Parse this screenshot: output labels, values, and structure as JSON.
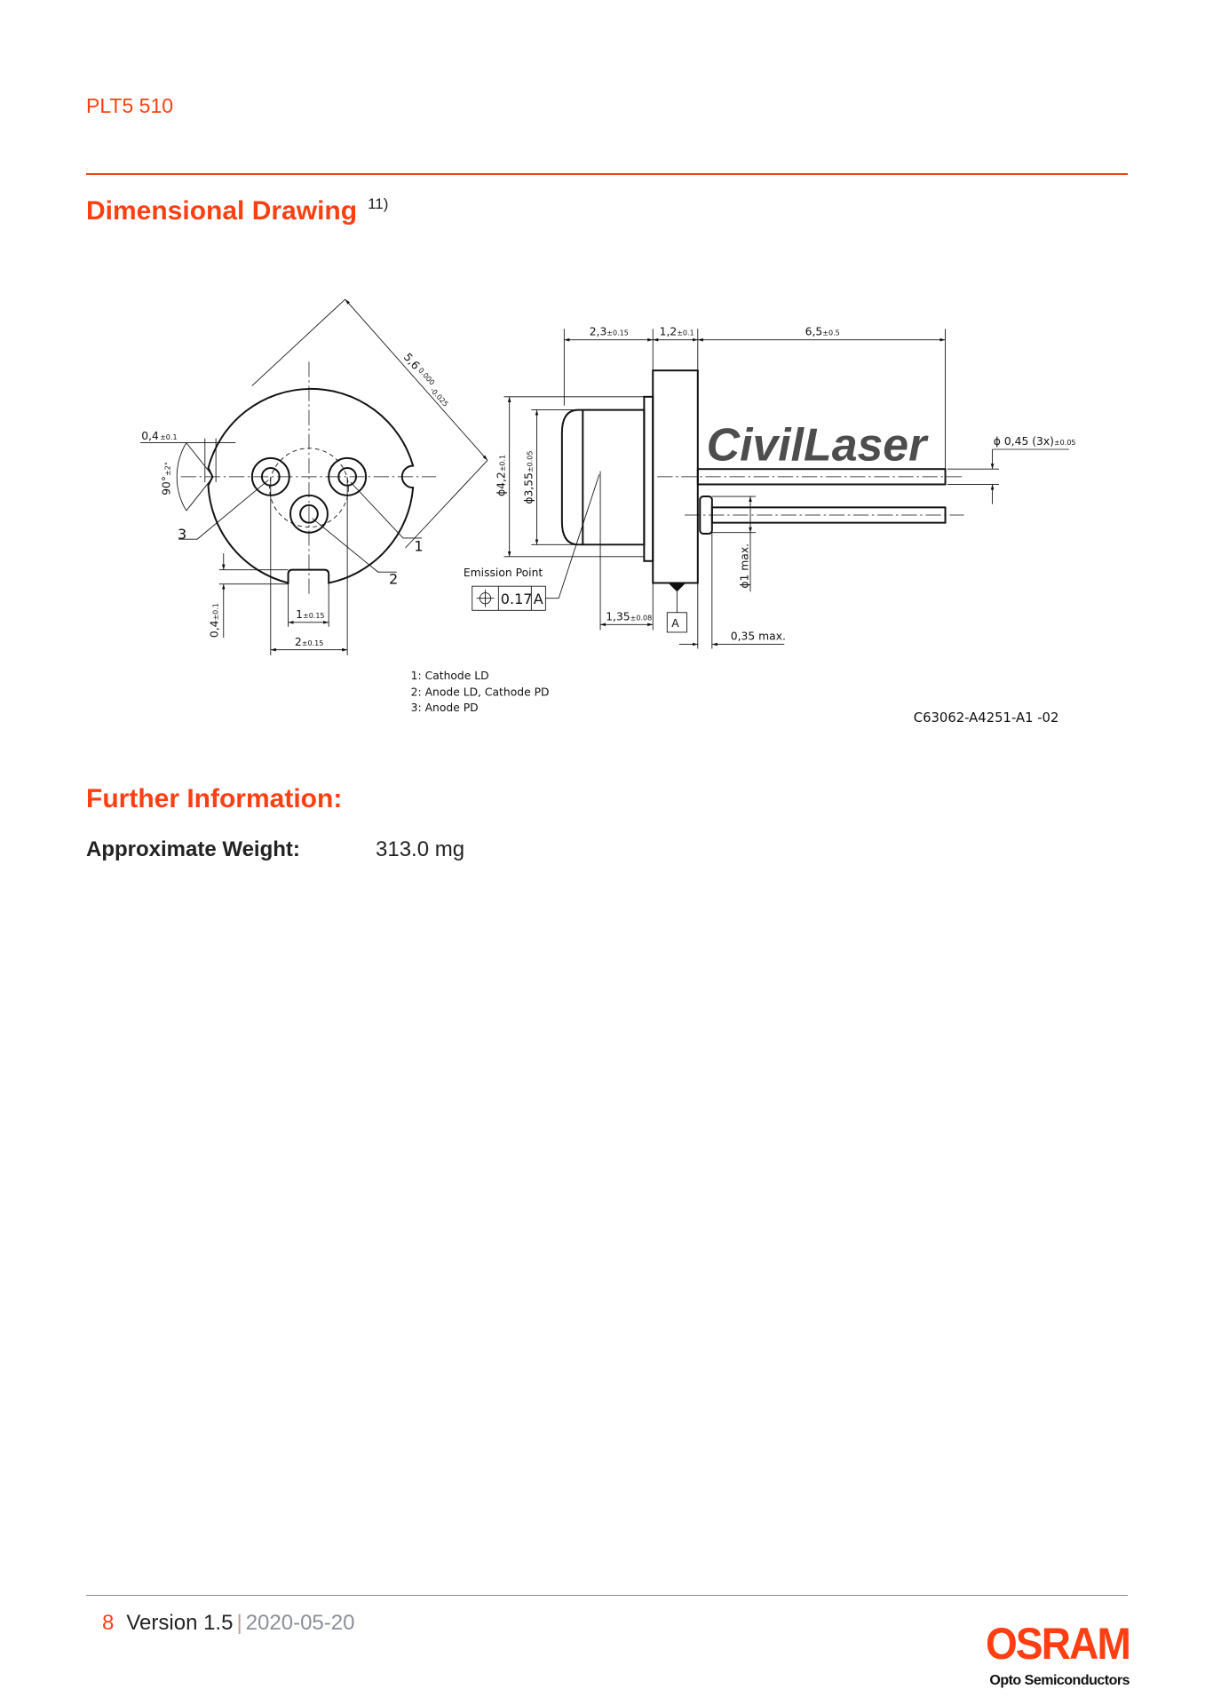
{
  "header": {
    "product": "PLT5 510"
  },
  "sections": {
    "dimensional_drawing": {
      "title": "Dimensional Drawing",
      "footnote": "11)"
    },
    "further_information": {
      "title": "Further Information:"
    }
  },
  "weight": {
    "label": "Approximate Weight:",
    "value": "313.0 mg"
  },
  "drawing": {
    "dims": {
      "d56": "5,6",
      "d56_up": "0.000",
      "d56_lo": "-0.025",
      "d04_top": "0,4",
      "d04_top_tol": "±0.1",
      "angle": "90°",
      "angle_tol": "±2°",
      "d04_side": "0,4",
      "d04_side_tol": "±0.1",
      "d1": "1",
      "d1_tol": "±0.15",
      "d2": "2",
      "d2_tol": "±0.15",
      "d23": "2,3",
      "d23_tol": "±0.15",
      "d12": "1,2",
      "d12_tol": "±0.1",
      "d65": "6,5",
      "d65_tol": "±0.5",
      "dia42": "ϕ4,2",
      "dia42_tol": "±0.1",
      "dia355": "ϕ3,55",
      "dia355_tol": "±0.05",
      "pin_dia": "ϕ 0,45 (3x)",
      "pin_dia_tol": "±0.05",
      "dia1max": "ϕ1 max.",
      "d135": "1,35",
      "d135_tol": "±0.08",
      "d035": "0,35 max."
    },
    "pin_numbers": [
      "1",
      "2",
      "3"
    ],
    "emission_point": {
      "label": "Emission Point",
      "tolerance": "0.17",
      "datum": "A"
    },
    "datum_label": "A",
    "legend": [
      "1: Cathode LD",
      "2: Anode LD, Cathode PD",
      "3: Anode PD"
    ],
    "drawing_id": "C63062-A4251-A1 -02",
    "watermark": "CivilLaser"
  },
  "footer": {
    "page": "8",
    "version": "Version 1.5",
    "separator": "|",
    "date": "2020-05-20"
  },
  "logo": {
    "brand": "OSRAM",
    "subtitle": "Opto Semiconductors"
  },
  "colors": {
    "accent": "#ff3f12",
    "text": "#222222",
    "watermark": "#4f7fbf"
  }
}
